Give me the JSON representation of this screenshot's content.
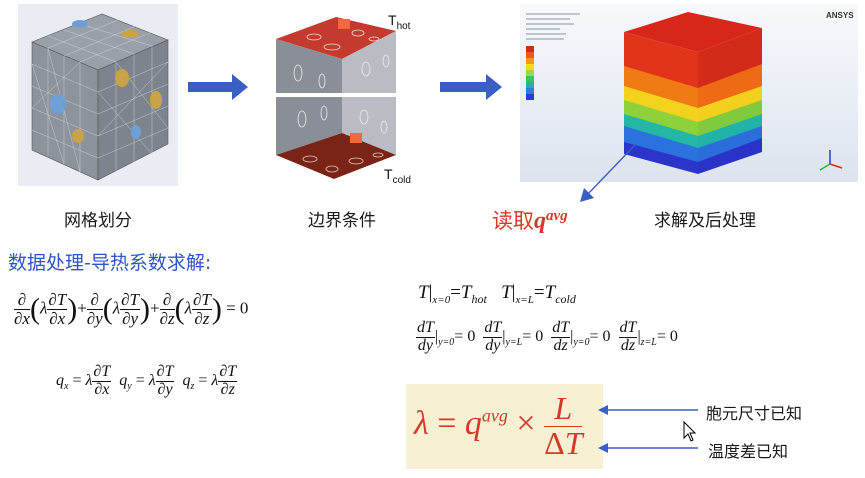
{
  "figure": {
    "step1_caption": "网格划分",
    "step2_caption": "边界条件",
    "step3_caption": "求解及后处理",
    "t_hot_label": "T",
    "t_hot_sub": "hot",
    "t_cold_label": "T",
    "t_cold_sub": "cold",
    "ansys_logo": "ANSYS",
    "read_label": "读取",
    "read_var": "q",
    "read_sup": "avg"
  },
  "section": {
    "title": "数据处理-导热系数求解:"
  },
  "equations": {
    "energy": "∂/∂x(λ ∂T/∂x) + ∂/∂y(λ ∂T/∂y) + ∂/∂z(λ ∂T/∂z) = 0",
    "flux": "q_x = λ ∂T/∂x  q_y = λ ∂T/∂y  q_z = λ ∂T/∂z",
    "bc_temp": "T|x=0 = T_hot   T|x=L = T_cold",
    "bc_flux": "dT/dy|y=0 = 0  dT/dy|y=L = 0  dT/dz|y=0 = 0  dT/dz|z=L = 0",
    "result": "λ = q^avg × L / ΔT"
  },
  "annotations": {
    "cell_size_known": "胞元尺寸已知",
    "temp_diff_known": "温度差已知"
  },
  "colors": {
    "title_blue": "#2b55c9",
    "accent_red": "#d23a2a",
    "arrow_blue": "#3a5fc4",
    "box_bg": "#f8f0d2"
  }
}
